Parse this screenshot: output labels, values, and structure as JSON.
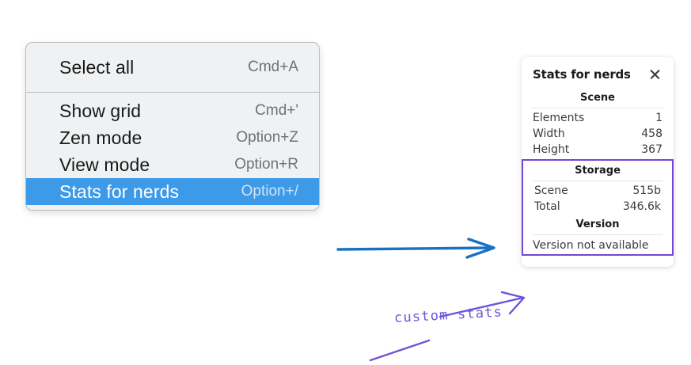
{
  "context_menu": {
    "sections": [
      {
        "items": [
          {
            "label": "Select all",
            "shortcut": "Cmd+A",
            "selected": false
          }
        ]
      },
      {
        "items": [
          {
            "label": "Show grid",
            "shortcut": "Cmd+'",
            "selected": false
          },
          {
            "label": "Zen mode",
            "shortcut": "Option+Z",
            "selected": false
          },
          {
            "label": "View mode",
            "shortcut": "Option+R",
            "selected": false
          },
          {
            "label": "Stats for nerds",
            "shortcut": "Option+/",
            "selected": true
          }
        ]
      }
    ],
    "highlight_color": "#3d9ae8",
    "background_color": "#eff1f3"
  },
  "stats_panel": {
    "title": "Stats for nerds",
    "close_icon": "close-icon",
    "sections": [
      {
        "name": "scene",
        "title": "Scene",
        "highlighted": false,
        "rows": [
          {
            "key": "Elements",
            "value": "1"
          },
          {
            "key": "Width",
            "value": "458"
          },
          {
            "key": "Height",
            "value": "367"
          }
        ]
      },
      {
        "name": "storage",
        "title": "Storage",
        "highlighted": true,
        "rows": [
          {
            "key": "Scene",
            "value": "515b"
          },
          {
            "key": "Total",
            "value": "346.6k"
          }
        ]
      },
      {
        "name": "version",
        "title": "Version",
        "highlighted": true,
        "note": "Version not available",
        "rows": []
      }
    ],
    "highlight_border_color": "#7048d6"
  },
  "annotations": {
    "text": "custom stats",
    "text_color": "#6f53d9",
    "blue_arrow_color": "#1971c2",
    "purple_arrow_color": "#6f53d9"
  }
}
